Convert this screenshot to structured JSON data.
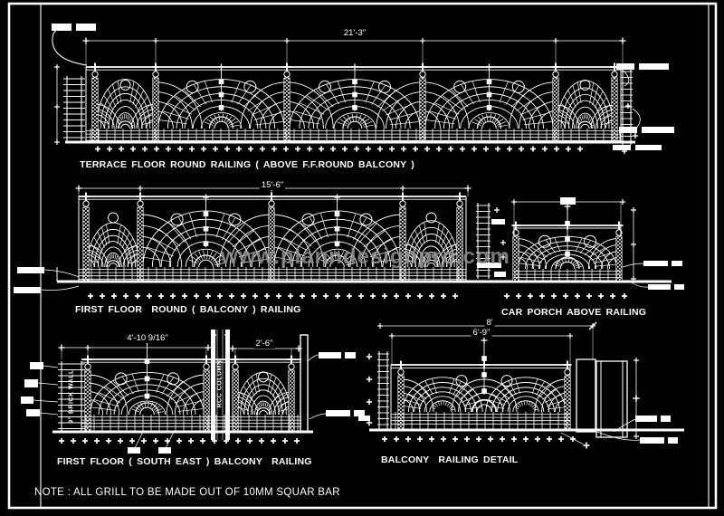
{
  "sheet": {
    "background": "#000000",
    "line_color": "#ffffff",
    "watermark_color": "#8f8f8f",
    "watermark": "www.planndesignpro.com",
    "note": "NOTE : ALL GRILL TO BE MADE OUT OF 10MM SQUAR BAR"
  },
  "drawings": {
    "terrace": {
      "title": "TERRACE FLOOR ROUND RAILING ( ABOVE F.F.ROUND BALCONY )",
      "dimension": "21'-3\""
    },
    "first_floor_round": {
      "title": "FIRST FLOOR  ROUND ( BALCONY ) RAILING",
      "dimension": "15'-6\""
    },
    "car_porch": {
      "title": "CAR PORCH ABOVE RAILING"
    },
    "first_floor_se": {
      "title": "FIRST FLOOR ( SOUTH EAST ) BALCONY  RAILING",
      "dimension_left": "4'-10 9/16\"",
      "dimension_right": "2'-6\"",
      "wall_label": "9\" BRICK WALL",
      "column_label": "RCC COLUMN"
    },
    "balcony_detail": {
      "title": "BALCONY  RAILING DETAIL",
      "dimension_overall": "8'",
      "dimension_inner": "6'-9\""
    }
  }
}
